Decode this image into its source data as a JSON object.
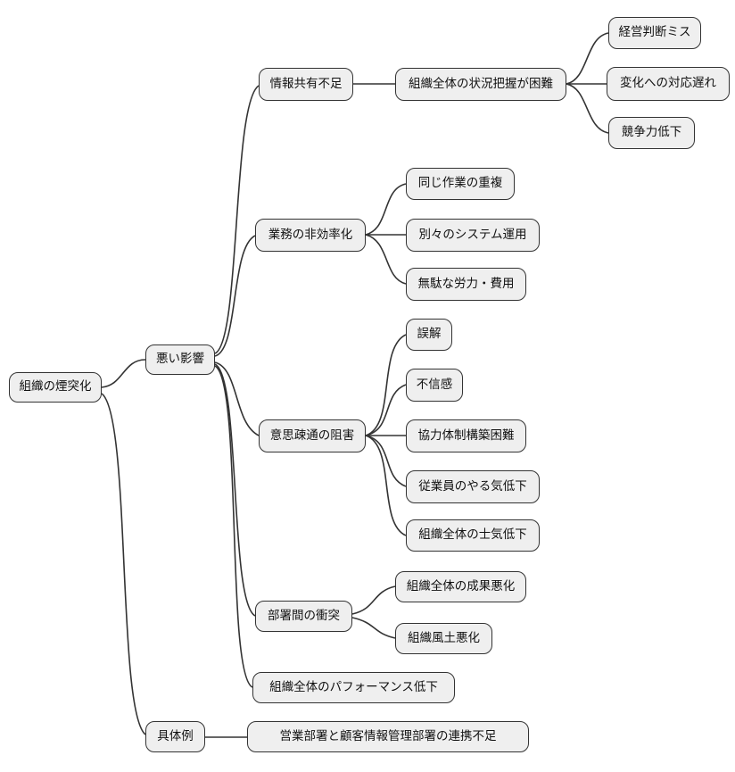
{
  "diagram": {
    "type": "mindmap",
    "colors": {
      "node_fill": "#efefef",
      "node_border": "#333333",
      "edge_stroke": "#333333",
      "background": "#ffffff",
      "text": "#111111"
    },
    "nodes": {
      "root": {
        "label": "組織の煙突化"
      },
      "bad_effects": {
        "label": "悪い影響"
      },
      "info_sharing": {
        "label": "情報共有不足"
      },
      "situation_grasp": {
        "label": "組織全体の状況把握が困難"
      },
      "mgmt_mistake": {
        "label": "経営判断ミス"
      },
      "slow_response": {
        "label": "変化への対応遅れ"
      },
      "competitiveness": {
        "label": "競争力低下"
      },
      "inefficiency": {
        "label": "業務の非効率化"
      },
      "duplicate_work": {
        "label": "同じ作業の重複"
      },
      "separate_systems": {
        "label": "別々のシステム運用"
      },
      "wasted_effort": {
        "label": "無駄な労力・費用"
      },
      "communication": {
        "label": "意思疎通の阻害"
      },
      "misunderstanding": {
        "label": "誤解"
      },
      "distrust": {
        "label": "不信感"
      },
      "cooperation": {
        "label": "協力体制構築困難"
      },
      "motivation_down": {
        "label": "従業員のやる気低下"
      },
      "morale_down": {
        "label": "組織全体の士気低下"
      },
      "dept_conflict": {
        "label": "部署間の衝突"
      },
      "results_worse": {
        "label": "組織全体の成果悪化"
      },
      "culture_worse": {
        "label": "組織風土悪化"
      },
      "performance_down": {
        "label": "組織全体のパフォーマンス低下"
      },
      "examples": {
        "label": "具体例"
      },
      "sales_crm_gap": {
        "label": "営業部署と顧客情報管理部署の連携不足"
      }
    },
    "edges": [
      {
        "from": "root",
        "to": "bad_effects"
      },
      {
        "from": "root",
        "to": "examples"
      },
      {
        "from": "bad_effects",
        "to": "info_sharing"
      },
      {
        "from": "bad_effects",
        "to": "inefficiency"
      },
      {
        "from": "bad_effects",
        "to": "communication"
      },
      {
        "from": "bad_effects",
        "to": "dept_conflict"
      },
      {
        "from": "bad_effects",
        "to": "performance_down"
      },
      {
        "from": "info_sharing",
        "to": "situation_grasp"
      },
      {
        "from": "situation_grasp",
        "to": "mgmt_mistake"
      },
      {
        "from": "situation_grasp",
        "to": "slow_response"
      },
      {
        "from": "situation_grasp",
        "to": "competitiveness"
      },
      {
        "from": "inefficiency",
        "to": "duplicate_work"
      },
      {
        "from": "inefficiency",
        "to": "separate_systems"
      },
      {
        "from": "inefficiency",
        "to": "wasted_effort"
      },
      {
        "from": "communication",
        "to": "misunderstanding"
      },
      {
        "from": "communication",
        "to": "distrust"
      },
      {
        "from": "communication",
        "to": "cooperation"
      },
      {
        "from": "communication",
        "to": "motivation_down"
      },
      {
        "from": "communication",
        "to": "morale_down"
      },
      {
        "from": "dept_conflict",
        "to": "results_worse"
      },
      {
        "from": "dept_conflict",
        "to": "culture_worse"
      },
      {
        "from": "examples",
        "to": "sales_crm_gap"
      }
    ]
  }
}
